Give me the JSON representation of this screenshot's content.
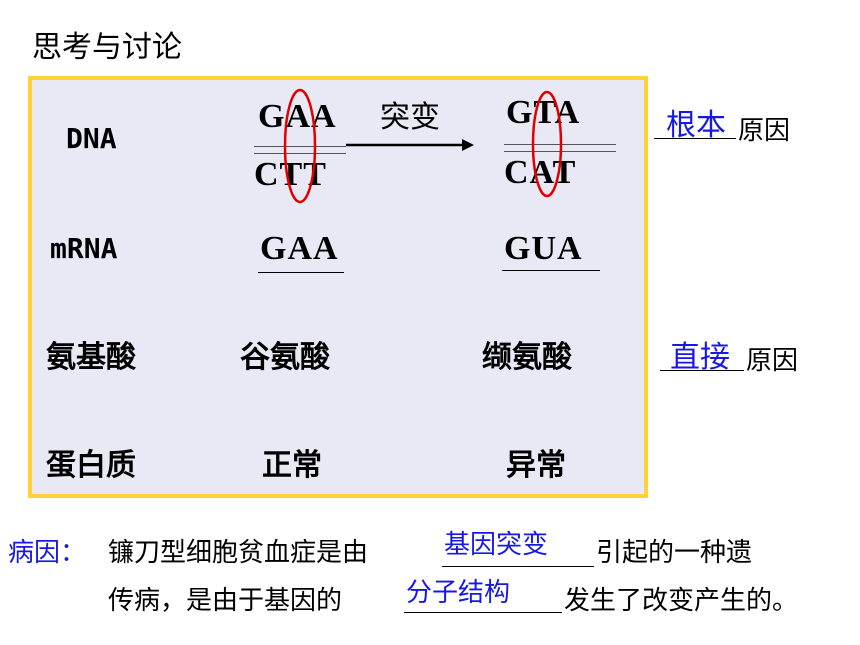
{
  "title": "思考与讨论",
  "rows": {
    "dna": "DNA",
    "mrna": "mRNA",
    "amino": "氨基酸",
    "protein": "蛋白质"
  },
  "dna": {
    "normal_top": "GAA",
    "normal_bottom": "CTT",
    "mutation_label": "突变",
    "mutant_top": "GTA",
    "mutant_bottom": "CAT"
  },
  "mrna": {
    "normal": "GAA",
    "mutant": "GUA"
  },
  "amino": {
    "normal": "谷氨酸",
    "mutant": "缬氨酸"
  },
  "protein": {
    "normal": "正常",
    "mutant": "异常"
  },
  "side": {
    "root_answer": "根本",
    "root_suffix": "原因",
    "direct_answer": "直接",
    "direct_suffix": "原因"
  },
  "cause": {
    "label": "病因：",
    "line1_a": "镰刀型细胞贫血症是由",
    "answer1": "基因突变",
    "line1_b": "引起的一种遗",
    "line2_a": "传病，是由于基因的",
    "answer2": "分子结构",
    "line2_b": "发生了改变产生的。"
  },
  "colors": {
    "answer": "#1818e6",
    "panel_border": "#ffd23a",
    "panel_bg": "#e9e9f5",
    "highlight_oval": "#e00000"
  }
}
